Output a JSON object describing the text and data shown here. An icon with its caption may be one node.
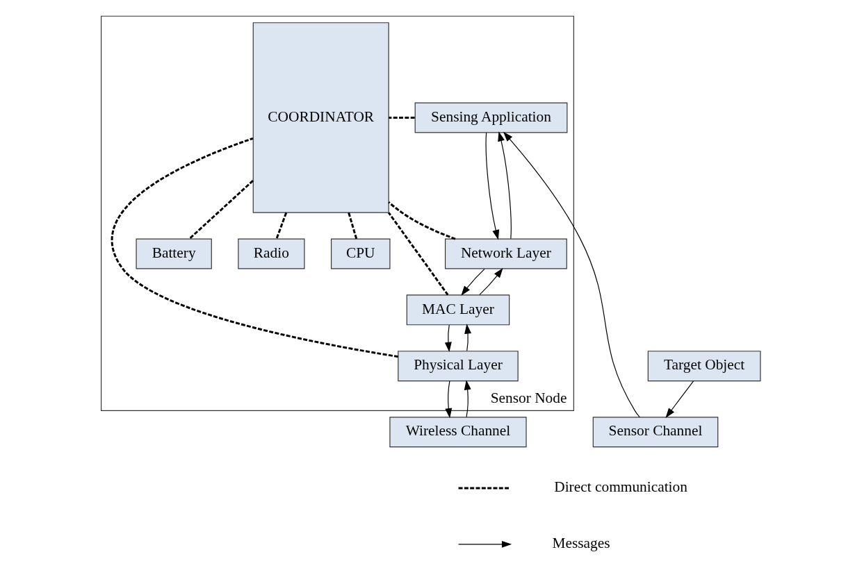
{
  "diagram": {
    "nodes": [
      {
        "text": [
          "Sensor Node"
        ]
      },
      {
        "text": [
          "Sensing Application"
        ],
        "in": 0
      },
      {
        "text": [
          "Network Layer"
        ],
        "in": 0
      },
      {
        "text": [
          "MAC Layer"
        ],
        "in": 0
      },
      {
        "text": [
          "Physical Layer"
        ],
        "in": 0
      },
      {
        "text": [
          "COORDINATOR"
        ],
        "in": 0
      },
      {
        "text": [
          "Battery"
        ],
        "in": 0
      },
      {
        "text": [
          "Radio"
        ],
        "in": 0
      },
      {
        "text": [
          "CPU"
        ],
        "in": 0
      },
      {
        "text": [
          "Sensor Channel"
        ]
      },
      {
        "text": [
          "Wireless Channel"
        ]
      },
      {
        "text": [
          "Target Object"
        ]
      }
    ],
    "edges": [
      {
        "from": 1,
        "to": 2,
        "arrow": "to"
      },
      {
        "from": 2,
        "to": 1,
        "arrow": "to"
      },
      {
        "from": 2,
        "to": 3,
        "arrow": "to"
      },
      {
        "from": 3,
        "to": 2,
        "arrow": "to"
      },
      {
        "from": 3,
        "to": 4,
        "arrow": "to"
      },
      {
        "from": 4,
        "to": 3,
        "arrow": "to"
      },
      {
        "from": 4,
        "to": 10,
        "arrow": "to"
      },
      {
        "from": 10,
        "to": 4,
        "arrow": "to"
      },
      {
        "from": 9,
        "to": 1,
        "arrow": "to"
      },
      {
        "from": 11,
        "to": 9,
        "arrow": "to"
      },
      {
        "from": 1,
        "to": 5,
        "arrow": "none",
        "style": "dashed"
      },
      {
        "from": 2,
        "to": 5,
        "arrow": "none",
        "style": "dashed"
      },
      {
        "from": 3,
        "to": 5,
        "arrow": "none",
        "style": "dashed"
      },
      {
        "from": 4,
        "to": 5,
        "arrow": "none",
        "style": "dashed"
      },
      {
        "from": 5,
        "to": 6,
        "arrow": "none",
        "style": "dashed"
      },
      {
        "from": 5,
        "to": 7,
        "arrow": "none",
        "style": "dashed"
      },
      {
        "from": 5,
        "to": 8,
        "arrow": "none",
        "style": "dashed"
      }
    ],
    "legend": [
      {
        "text": "Direct communication"
      },
      {
        "text": "Messages"
      }
    ]
  }
}
